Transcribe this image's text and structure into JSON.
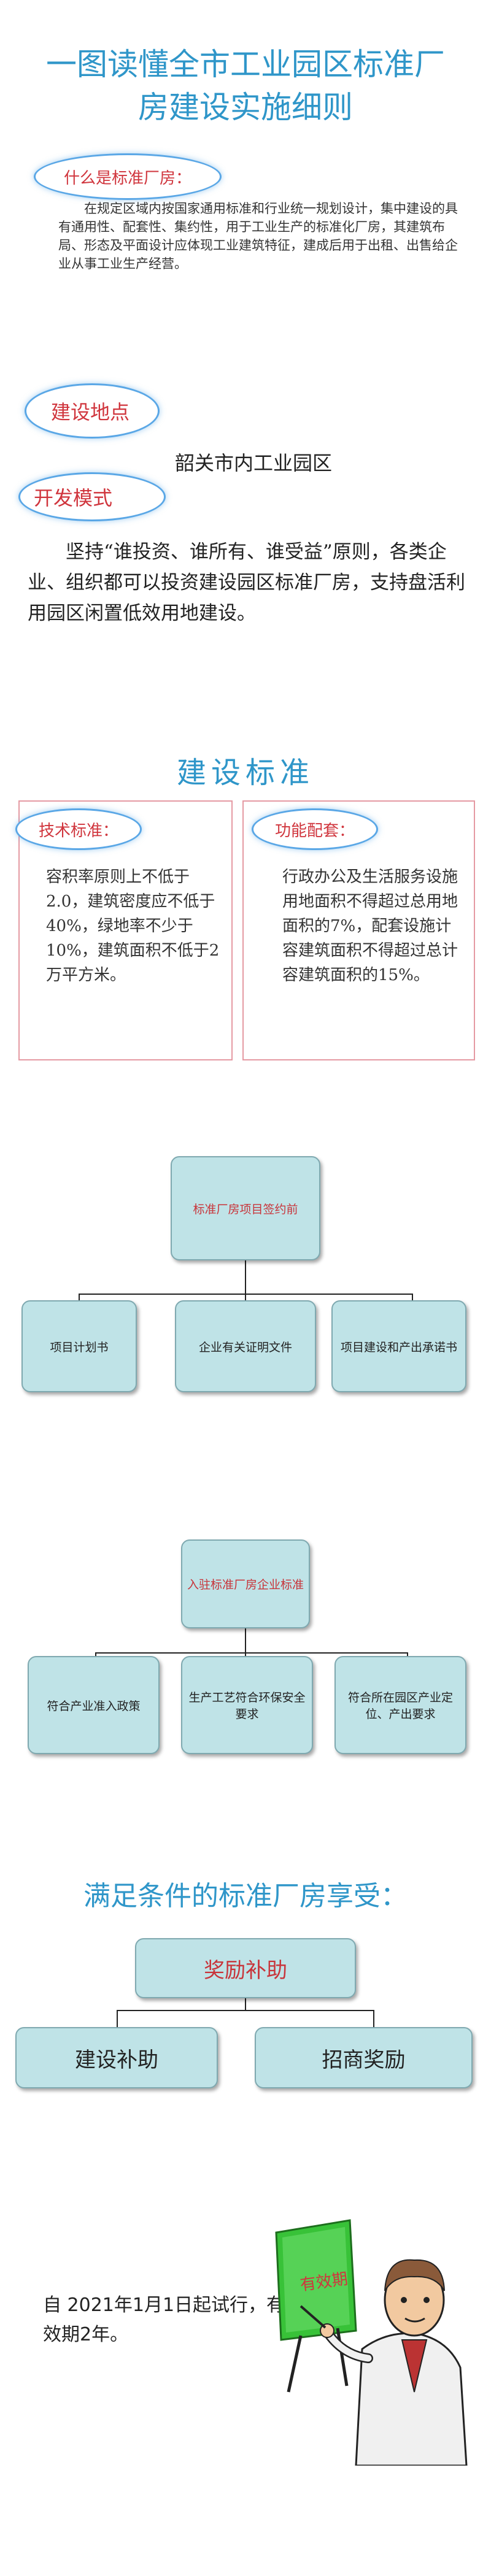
{
  "title": "一图读懂全市工业园区标准厂房建设实施细则",
  "definition": {
    "heading": "什么是标准厂房：",
    "text": "在规定区域内按国家通用标准和行业统一规划设计，集中建设的具有通用性、配套性、集约性，用于工业生产的标准化厂房，其建筑布局、形态及平面设计应体现工业建筑特征，建成后用于出租、出售给企业从事工业生产经营。"
  },
  "location": {
    "heading": "建设地点",
    "text": "韶关市内工业园区"
  },
  "mode": {
    "heading": "开发模式",
    "text": "坚持“谁投资、谁所有、谁受益”原则，各类企业、组织都可以投资建设园区标准厂房，支持盘活利用园区闲置低效用地建设。"
  },
  "standards": {
    "title": "建设标准",
    "technical": {
      "heading": "技术标准：",
      "text": "容积率原则上不低于2.0，建筑密度应不低于40%，绿地率不少于10%，建筑面积不低于2万平方米。"
    },
    "facilities": {
      "heading": "功能配套：",
      "text": "行政办公及生活服务设施用地面积不得超过总用地面积的7%，配套设施计容建筑面积不得超过总计容建筑面积的15%。"
    }
  },
  "chart1": {
    "root": "标准厂房项目签约前",
    "children": [
      "项目计划书",
      "企业有关证明文件",
      "项目建设和产出承诺书"
    ]
  },
  "chart2": {
    "root": "入驻标准厂房企业标准",
    "children": [
      "符合产业准入政策",
      "生产工艺符合环保安全要求",
      "符合所在园区产业定位、产出要求"
    ]
  },
  "rewards": {
    "title": "满足条件的标准厂房享受：",
    "root": "奖励补助",
    "children": [
      "建设补助",
      "招商奖励"
    ]
  },
  "validity": {
    "text": "自 2021年1月1日起试行，有效期2年。",
    "board_label": "有效期"
  },
  "colors": {
    "accent_blue": "#2f96c9",
    "heading_red": "#d0353d",
    "box_fill": "#bfe3e7",
    "board_green": "#38c238"
  }
}
